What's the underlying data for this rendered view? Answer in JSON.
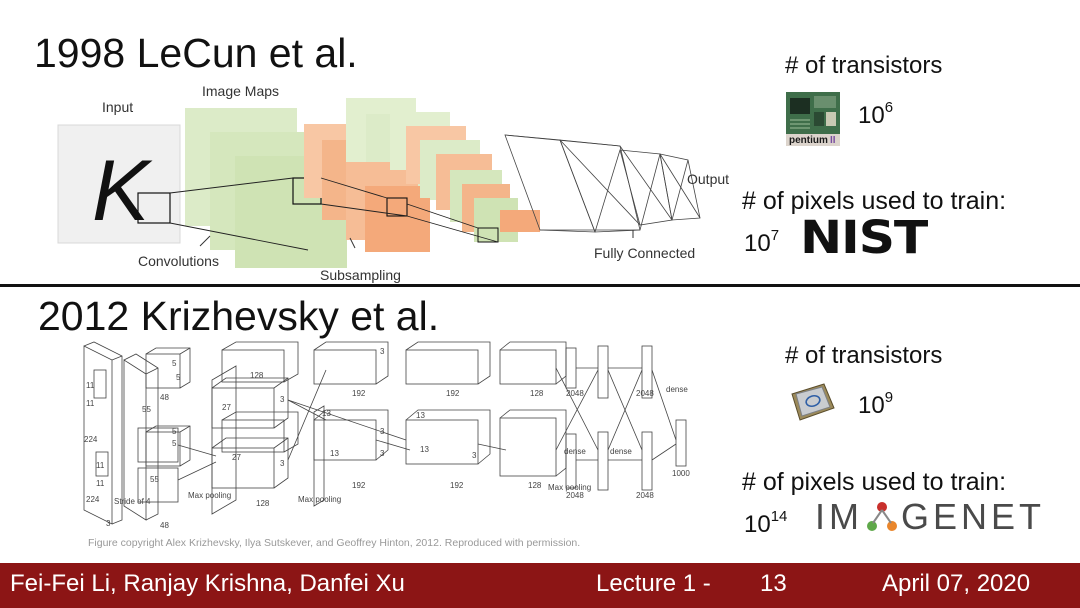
{
  "top": {
    "title": "1998 LeCun et al.",
    "diagram": {
      "input_label": "Input",
      "input_glyph": "K",
      "maps_label": "Image Maps",
      "output_label": "Output",
      "conv_label": "Convolutions",
      "subsampling_label": "Subsampling",
      "fc_label": "Fully Connected"
    },
    "transistors_label": "# of transistors",
    "transistors_base": "10",
    "transistors_exp": "6",
    "chip_caption": "pentium",
    "chip_caption_suffix": "II",
    "pixels_label": "# of pixels used to train:",
    "pixels_base": "10",
    "pixels_exp": "7",
    "dataset_logo": "NIST"
  },
  "bottom": {
    "title": "2012 Krizhevsky et al.",
    "diagram": {
      "labels": [
        "224",
        "224",
        "11",
        "11",
        "11",
        "11",
        "3",
        "Stride of 4",
        "55",
        "55",
        "48",
        "48",
        "5",
        "5",
        "5",
        "5",
        "27",
        "27",
        "128",
        "128",
        "3",
        "3",
        "3",
        "3",
        "192",
        "192",
        "192",
        "192",
        "13",
        "13",
        "13",
        "13",
        "3",
        "3",
        "128",
        "128",
        "2048",
        "2048",
        "2048",
        "2048",
        "dense",
        "dense",
        "dense",
        "1000",
        "Max pooling",
        "Max pooling",
        "Max pooling"
      ]
    },
    "transistors_label": "# of transistors",
    "transistors_base": "10",
    "transistors_exp": "9",
    "pixels_label": "# of pixels used to train:",
    "pixels_base": "10",
    "pixels_exp": "14",
    "dataset_logo_pre": "IM",
    "dataset_logo_post": "GENET",
    "credit": "Figure copyright Alex Krizhevsky, Ilya Sutskever, and Geoffrey Hinton, 2012. Reproduced with permission."
  },
  "footer": {
    "authors": "Fei-Fei Li, Ranjay Krishna, Danfei Xu",
    "lecture": "Lecture 1 -",
    "slide_number": "13",
    "date": "April 07, 2020"
  },
  "colors": {
    "footer_bg": "#8c1515",
    "green_map": "#cfe3b4",
    "orange_map": "#f4a97a",
    "nist": "#111111",
    "imagenet_green": "#5fa84a",
    "imagenet_orange": "#e9862c",
    "imagenet_red": "#c9302c"
  }
}
